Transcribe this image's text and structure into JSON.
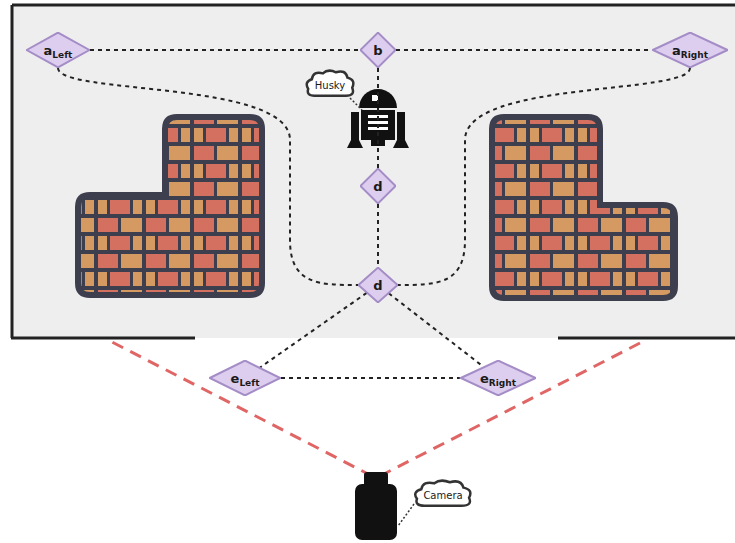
{
  "diagram": {
    "nodes": [
      {
        "text": [
          "a",
          "Left"
        ]
      },
      {
        "text": [
          "b"
        ]
      },
      {
        "text": [
          "a",
          "Right"
        ]
      },
      {
        "text": [
          "d"
        ]
      },
      {
        "text": [
          "d"
        ]
      },
      {
        "text": [
          "e",
          "Left"
        ]
      },
      {
        "text": [
          "e",
          "Right"
        ]
      },
      {
        "text": [
          "Husky"
        ]
      },
      {
        "text": [
          "Camera"
        ]
      }
    ],
    "edges": [
      {
        "from": 0,
        "to": 1,
        "arrow": "none"
      },
      {
        "from": 1,
        "to": 2,
        "arrow": "none"
      },
      {
        "from": 0,
        "to": 4,
        "arrow": "none"
      },
      {
        "from": 2,
        "to": 4,
        "arrow": "none"
      },
      {
        "from": 1,
        "to": 3,
        "arrow": "none"
      },
      {
        "from": 3,
        "to": 4,
        "arrow": "none"
      },
      {
        "from": 4,
        "to": 5,
        "arrow": "none"
      },
      {
        "from": 4,
        "to": 6,
        "arrow": "none"
      },
      {
        "from": 5,
        "to": 6,
        "arrow": "none"
      }
    ]
  }
}
